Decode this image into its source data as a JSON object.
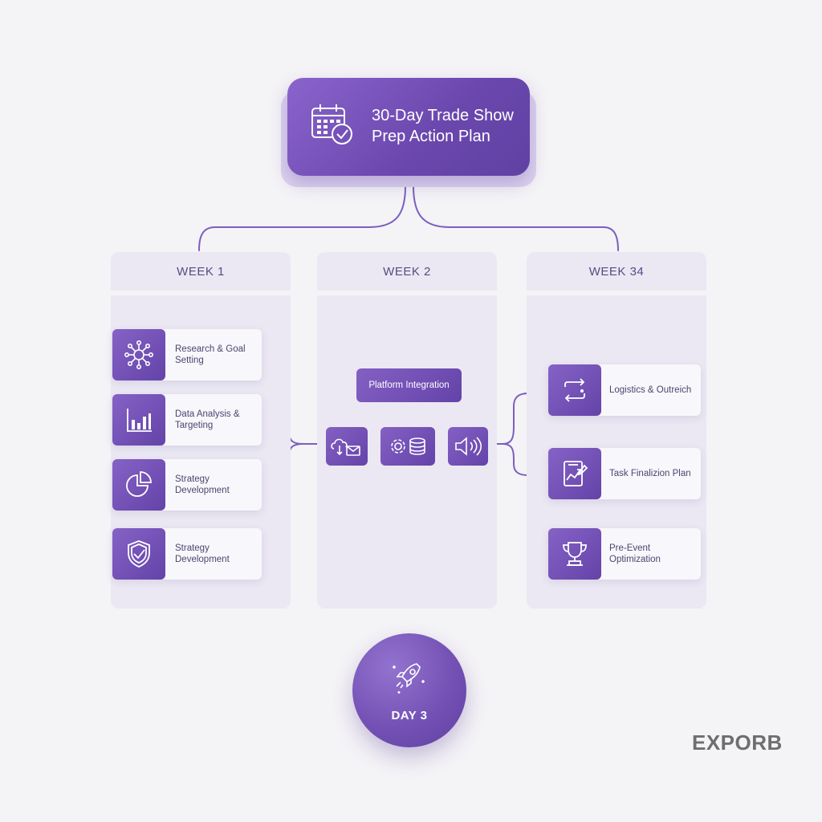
{
  "title": "30-Day Trade Show Prep Action Plan",
  "weeks": [
    {
      "header": "WEEK 1",
      "tasks": [
        {
          "label": "Research & Goal Setting",
          "icon": "network-hub-icon"
        },
        {
          "label": "Data Analysis & Targeting",
          "icon": "bar-chart-icon"
        },
        {
          "label": "Strategy Development",
          "icon": "pie-chart-icon"
        },
        {
          "label": "Strategy Development",
          "icon": "shield-check-icon"
        }
      ]
    },
    {
      "header": "WEEK 2",
      "platform": "Platform Integration",
      "flow_icons": [
        "cloud-download-mail-icon",
        "gear-database-icon",
        "speaker-icon"
      ]
    },
    {
      "header": "WEEK 34",
      "tasks": [
        {
          "label": "Logistics & Outreich",
          "icon": "swap-arrows-icon"
        },
        {
          "label": "Task Finalizion Plan",
          "icon": "tablet-chart-icon"
        },
        {
          "label": "Pre-Event Optimization",
          "icon": "trophy-icon"
        }
      ]
    }
  ],
  "day": {
    "label": "DAY 3",
    "icon": "rocket-icon"
  },
  "brand": "EXPORB",
  "colors": {
    "primary": "#6a47ad",
    "primary_light": "#8a64cc",
    "panel": "#ebe8f3",
    "background": "#f4f3f6",
    "text": "#4c4570"
  }
}
